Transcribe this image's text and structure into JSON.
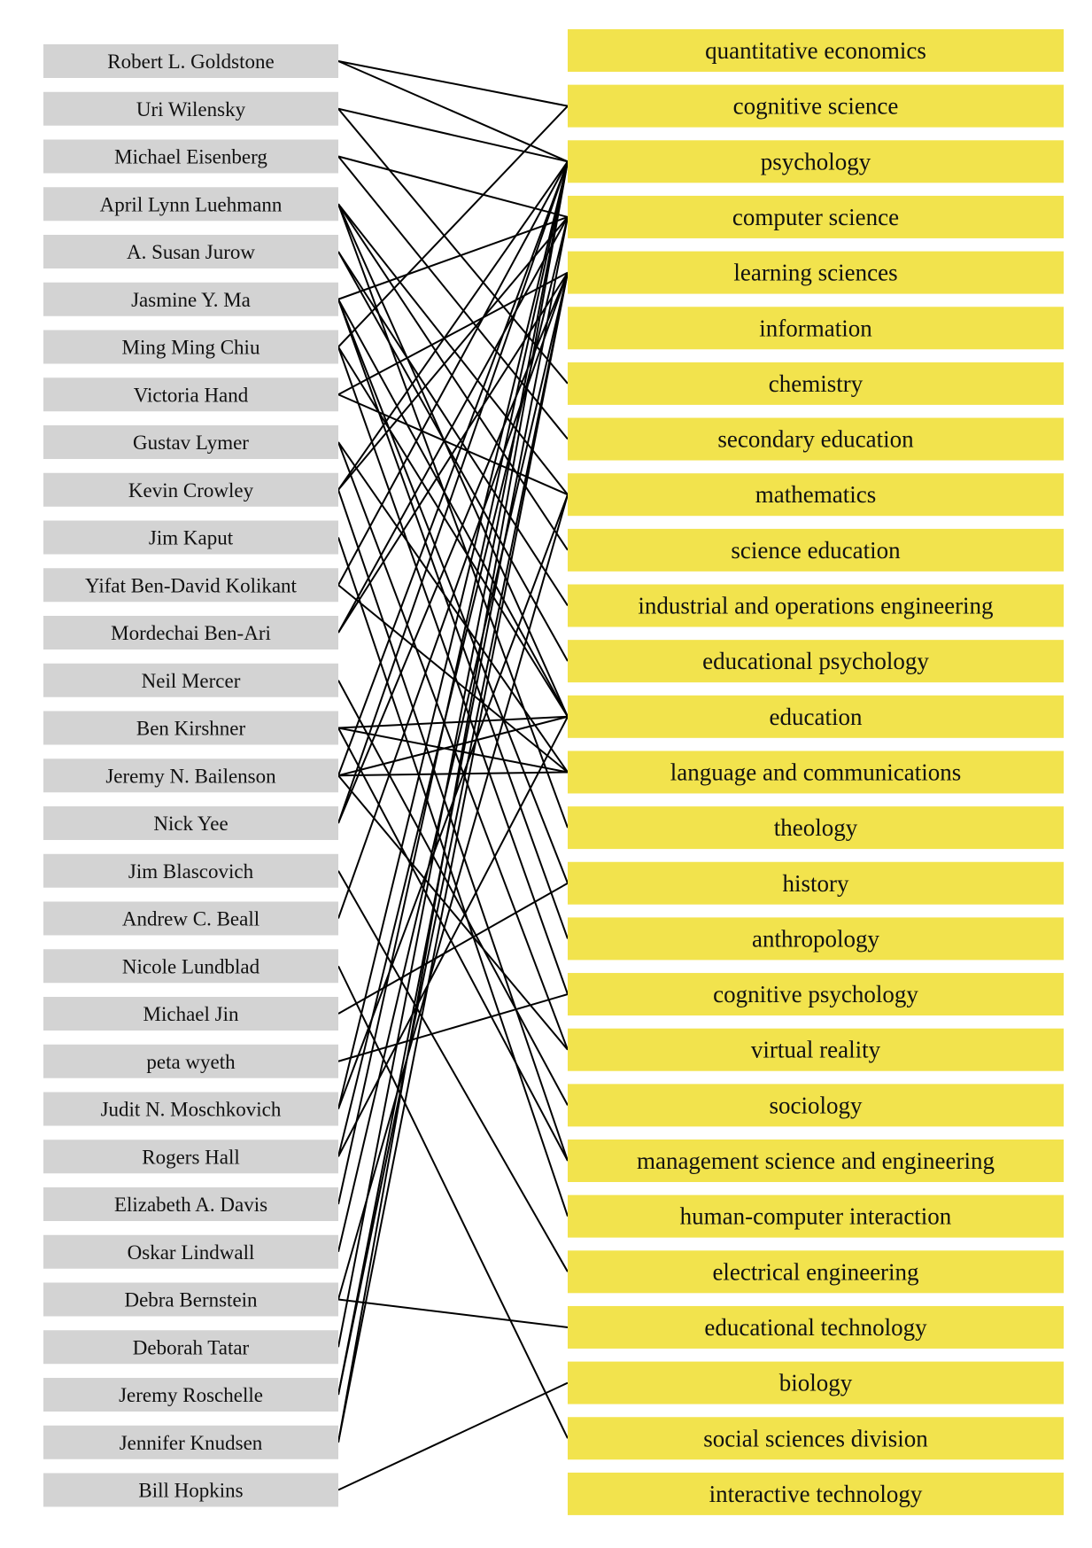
{
  "people": [
    "Robert L. Goldstone",
    "Uri Wilensky",
    "Michael Eisenberg",
    "April Lynn Luehmann",
    "A. Susan Jurow",
    "Jasmine Y. Ma",
    "Ming Ming Chiu",
    "Victoria Hand",
    "Gustav Lymer",
    "Kevin Crowley",
    "Jim Kaput",
    "Yifat Ben-David Kolikant",
    "Mordechai Ben-Ari",
    "Neil Mercer",
    "Ben Kirshner",
    "Jeremy N. Bailenson",
    "Nick Yee",
    "Jim Blascovich",
    "Andrew C. Beall",
    "Nicole Lundblad",
    "Michael Jin",
    "peta wyeth",
    "Judit N. Moschkovich",
    "Rogers Hall",
    "Elizabeth A. Davis",
    "Oskar Lindwall",
    "Debra Bernstein",
    "Deborah Tatar",
    "Jeremy Roschelle",
    "Jennifer Knudsen",
    "Bill Hopkins"
  ],
  "fields": [
    "quantitative economics",
    "cognitive science",
    "psychology",
    "computer science",
    "learning sciences",
    "information",
    "chemistry",
    "secondary education",
    "mathematics",
    "science education",
    "industrial and operations engineering",
    "educational psychology",
    "education",
    "language and communications",
    "theology",
    "history",
    "anthropology",
    "cognitive psychology",
    "virtual reality",
    "sociology",
    "management science and engineering",
    "human-computer interaction",
    "electrical engineering",
    "educational technology",
    "biology",
    "social sciences division",
    "interactive technology"
  ],
  "links": [
    [
      0,
      1
    ],
    [
      0,
      2
    ],
    [
      1,
      2
    ],
    [
      1,
      6
    ],
    [
      2,
      3
    ],
    [
      2,
      7
    ],
    [
      3,
      8
    ],
    [
      3,
      9
    ],
    [
      3,
      12
    ],
    [
      3,
      14
    ],
    [
      4,
      10
    ],
    [
      4,
      11
    ],
    [
      5,
      3
    ],
    [
      5,
      12
    ],
    [
      5,
      15
    ],
    [
      5,
      16
    ],
    [
      6,
      1
    ],
    [
      6,
      12
    ],
    [
      6,
      17
    ],
    [
      7,
      4
    ],
    [
      7,
      8
    ],
    [
      8,
      13
    ],
    [
      8,
      18
    ],
    [
      9,
      2
    ],
    [
      9,
      3
    ],
    [
      9,
      20
    ],
    [
      10,
      21
    ],
    [
      11,
      2
    ],
    [
      11,
      13
    ],
    [
      12,
      3
    ],
    [
      12,
      4
    ],
    [
      13,
      19
    ],
    [
      14,
      12
    ],
    [
      14,
      13
    ],
    [
      14,
      20
    ],
    [
      15,
      2
    ],
    [
      15,
      12
    ],
    [
      15,
      13
    ],
    [
      15,
      18
    ],
    [
      16,
      2
    ],
    [
      16,
      4
    ],
    [
      17,
      22
    ],
    [
      18,
      4
    ],
    [
      19,
      25
    ],
    [
      20,
      15
    ],
    [
      21,
      17
    ],
    [
      22,
      2
    ],
    [
      22,
      8
    ],
    [
      23,
      3
    ],
    [
      23,
      12
    ],
    [
      24,
      2
    ],
    [
      25,
      4
    ],
    [
      26,
      23
    ],
    [
      26,
      8
    ],
    [
      27,
      2
    ],
    [
      28,
      3
    ],
    [
      28,
      4
    ],
    [
      29,
      2
    ],
    [
      29,
      4
    ],
    [
      30,
      24
    ]
  ]
}
